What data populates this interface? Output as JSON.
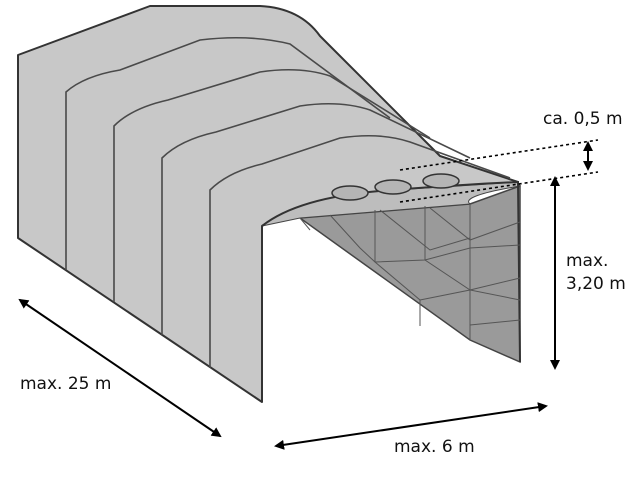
{
  "labels": {
    "top_gap": "ca. 0,5 m",
    "height_line1": "max.",
    "height_line2": "3,20 m",
    "length": "max. 25 m",
    "width": "max. 6 m"
  },
  "colors": {
    "cover": "#c8c8c8",
    "cover_shadow": "#b9b9b9",
    "interior_wall": "#8e8e8e",
    "interior_back": "#a6a6a6",
    "frame_lines": "#4a4a4a",
    "edge": "#333333",
    "vents": "#b5b5b5",
    "arrows": "#000000"
  }
}
